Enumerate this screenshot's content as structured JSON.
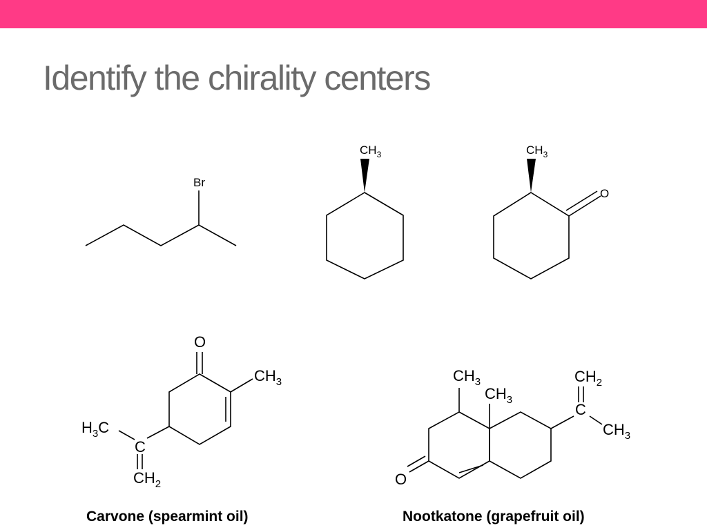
{
  "slide": {
    "accent_color": "#ff3a86",
    "title": "Identify the chirality centers"
  },
  "molecules": {
    "bromopentane": {
      "substituent": "Br"
    },
    "methylcyclohexane": {
      "methyl": "CH",
      "methyl_sub": "3"
    },
    "methylcyclohexanone": {
      "methyl": "CH",
      "methyl_sub": "3",
      "oxygen": "O"
    },
    "carvone": {
      "oxygen": "O",
      "methyl": "CH",
      "methyl_sub": "3",
      "left_methyl_pre": "H",
      "left_methyl_sub": "3",
      "left_methyl_post": "C",
      "vinyl_carbon": "C",
      "methylene": "CH",
      "methylene_sub": "2",
      "caption": "Carvone (spearmint oil)"
    },
    "nootkatone": {
      "methyl_a": "CH",
      "methyl_a_sub": "3",
      "methyl_b": "CH",
      "methyl_b_sub": "3",
      "methylene": "CH",
      "methylene_sub": "2",
      "vinyl_carbon": "C",
      "methyl_c": "CH",
      "methyl_c_sub": "3",
      "oxygen": "O",
      "caption": "Nootkatone (grapefruit oil)"
    }
  }
}
